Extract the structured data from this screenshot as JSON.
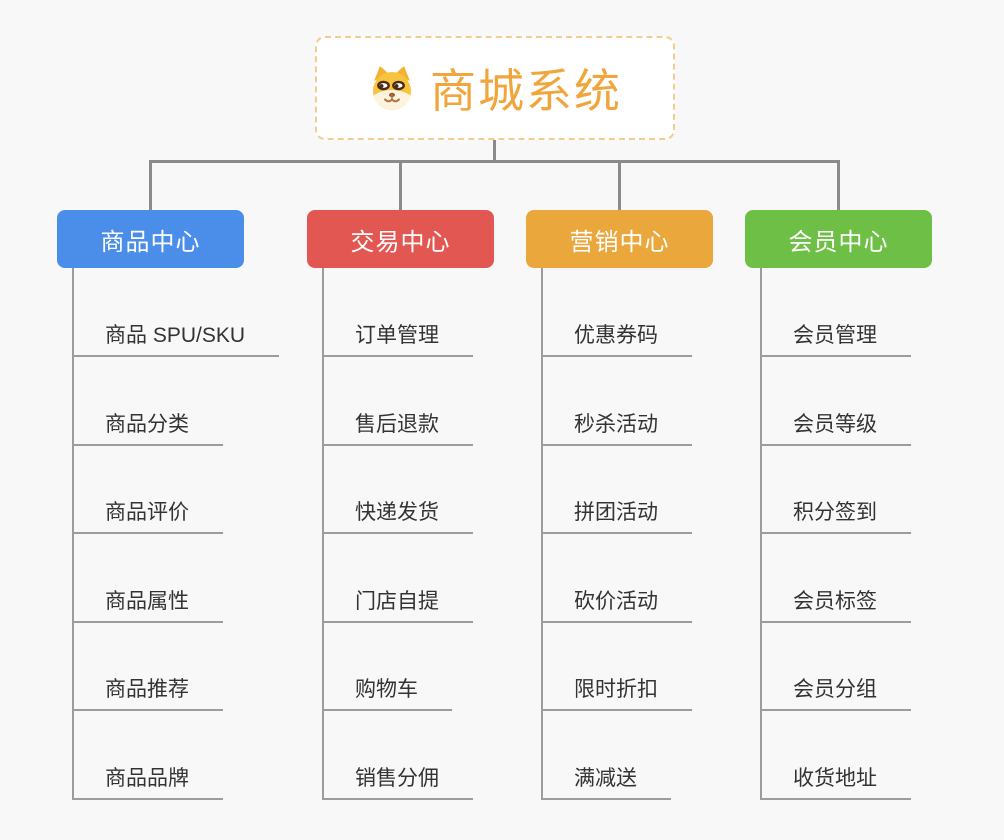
{
  "root": {
    "title": "商城系统",
    "icon": "shiba-dog-icon",
    "text_color": "#f0a63c",
    "border_color": "#f3cd90"
  },
  "colors": {
    "background": "#f8f8f8",
    "connector": "#8b8b8b",
    "underline": "#9c9c9c",
    "child_text": "#333333"
  },
  "branches": [
    {
      "label": "商品中心",
      "color": "#4a8ee9",
      "children": [
        "商品 SPU/SKU",
        "商品分类",
        "商品评价",
        "商品属性",
        "商品推荐",
        "商品品牌"
      ]
    },
    {
      "label": "交易中心",
      "color": "#e35752",
      "children": [
        "订单管理",
        "售后退款",
        "快递发货",
        "门店自提",
        "购物车",
        "销售分佣"
      ]
    },
    {
      "label": "营销中心",
      "color": "#e9a73c",
      "children": [
        "优惠券码",
        "秒杀活动",
        "拼团活动",
        "砍价活动",
        "限时折扣",
        "满减送"
      ]
    },
    {
      "label": "会员中心",
      "color": "#6ebf45",
      "children": [
        "会员管理",
        "会员等级",
        "积分签到",
        "会员标签",
        "会员分组",
        "收货地址"
      ]
    }
  ]
}
